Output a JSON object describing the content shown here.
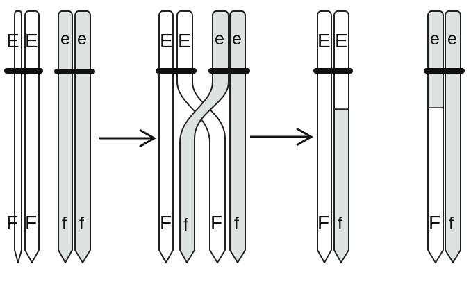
{
  "colors": {
    "white": "#ffffff",
    "gray": "#dde2e1",
    "outline": "#222222"
  },
  "stages": [
    {
      "chromatids": [
        {
          "top": "E",
          "bottom": "F",
          "fill": "white"
        },
        {
          "top": "E",
          "bottom": "F",
          "fill": "white"
        },
        {
          "top": "e",
          "bottom": "f",
          "fill": "gray"
        },
        {
          "top": "e",
          "bottom": "f",
          "fill": "gray"
        }
      ]
    },
    {
      "chromatids": [
        {
          "top": "E",
          "bottom": "F",
          "fill": "white"
        },
        {
          "top": "E",
          "bottom": "f",
          "fill": "crossover"
        },
        {
          "top": "e",
          "bottom": "F",
          "fill": "crossover"
        },
        {
          "top": "e",
          "bottom": "f",
          "fill": "gray"
        }
      ]
    },
    {
      "chromatids": [
        {
          "top": "E",
          "bottom": "F",
          "fill": "white"
        },
        {
          "top": "E",
          "bottom": "f",
          "fill": "white-top-gray-bottom"
        }
      ]
    },
    {
      "chromatids": [
        {
          "top": "e",
          "bottom": "F",
          "fill": "gray-top-white-bottom"
        },
        {
          "top": "e",
          "bottom": "f",
          "fill": "gray"
        }
      ]
    }
  ]
}
